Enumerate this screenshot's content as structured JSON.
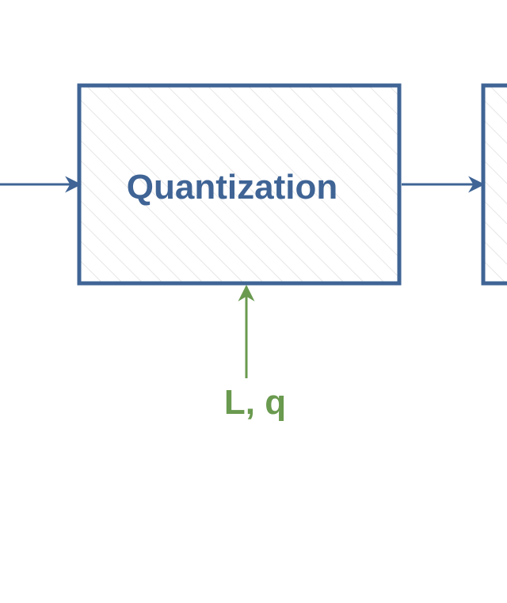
{
  "diagram": {
    "blocks": [
      {
        "id": "quantization",
        "label": "Quantization"
      },
      {
        "id": "next-block",
        "label": ""
      }
    ],
    "parameter_input": {
      "label": "L, q"
    },
    "connections": [
      {
        "from": "left-edge",
        "to": "quantization"
      },
      {
        "from": "quantization",
        "to": "next-block"
      },
      {
        "from": "parameter-input",
        "to": "quantization"
      }
    ]
  },
  "colors": {
    "block_stroke": "#3f6495",
    "block_text": "#3f6495",
    "block_hatch": "#e6e6e6",
    "parameter": "#6a9a4f"
  }
}
